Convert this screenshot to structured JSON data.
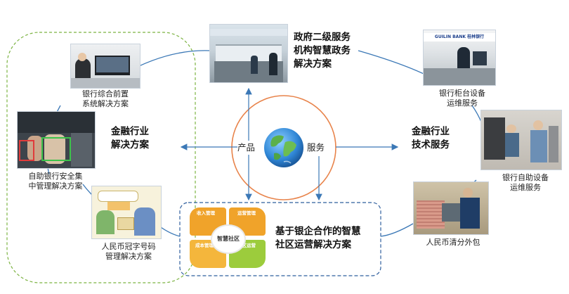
{
  "diagram": {
    "center": {
      "product_label": "产品",
      "service_label": "服务",
      "globe_icon": "globe-icon"
    },
    "left_group": {
      "title": "金融行业\n解决方案",
      "items": [
        {
          "label": "银行综合前置\n系统解决方案"
        },
        {
          "label": "自助银行安全集\n中管理解决方案"
        },
        {
          "label": "人民币冠字号码\n管理解决方案"
        }
      ]
    },
    "top_node": {
      "title": "政府二级服务\n机构智慧政务\n解决方案"
    },
    "right_group": {
      "title": "金融行业\n技术服务",
      "items": [
        {
          "label": "银行柜台设备\n运维服务",
          "sign_text": "GUILIN BANK  桂林银行"
        },
        {
          "label": "银行自助设备\n运维服务"
        },
        {
          "label": "人民币清分外包"
        }
      ]
    },
    "bottom_group": {
      "title": "基于银企合作的智慧\n社区运营解决方案",
      "hub_label": "智慧社区",
      "petals": [
        "收入管理",
        "运营管理",
        "成本管理",
        "社区运营"
      ]
    },
    "colors": {
      "connector_blue": "#3b78b6",
      "ring_orange": "#e8834a",
      "left_group_border": "#7cb342",
      "bottom_group_border": "#2f5f9e",
      "petal_orange": "#f0a32a",
      "petal_green": "#9ccc3c",
      "petal_yellow": "#f4b63c"
    }
  }
}
